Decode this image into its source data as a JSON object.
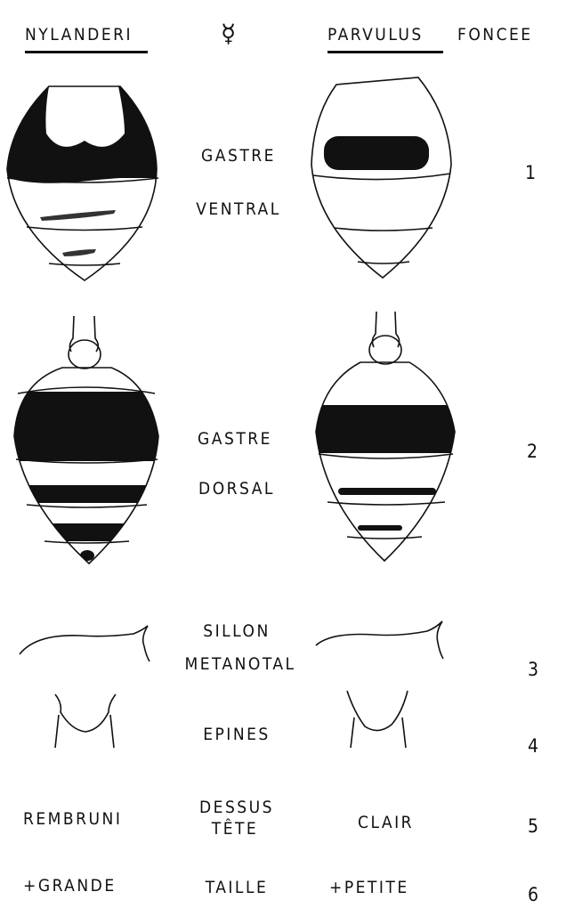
{
  "header": {
    "left_species": "NYLANDERI",
    "caste_symbol": "☿",
    "right_species": "PARVULUS",
    "right_variant": "FONCEE"
  },
  "rows": [
    {
      "number": "1",
      "label_lines": [
        "GASTRE",
        "VENTRAL"
      ]
    },
    {
      "number": "2",
      "label_lines": [
        "GASTRE",
        "DORSAL"
      ]
    },
    {
      "number": "3",
      "label_lines": [
        "SILLON",
        "METANOTAL"
      ]
    },
    {
      "number": "4",
      "label_lines": [
        "EPINES"
      ]
    },
    {
      "number": "5",
      "label_lines": [
        "DESSUS",
        "TÊTE"
      ],
      "left_value": "REMBRUNI",
      "right_value": "CLAIR"
    },
    {
      "number": "6",
      "label_lines": [
        "TAILLE"
      ],
      "left_value": "+GRANDE",
      "right_value": "+PETITE"
    }
  ]
}
